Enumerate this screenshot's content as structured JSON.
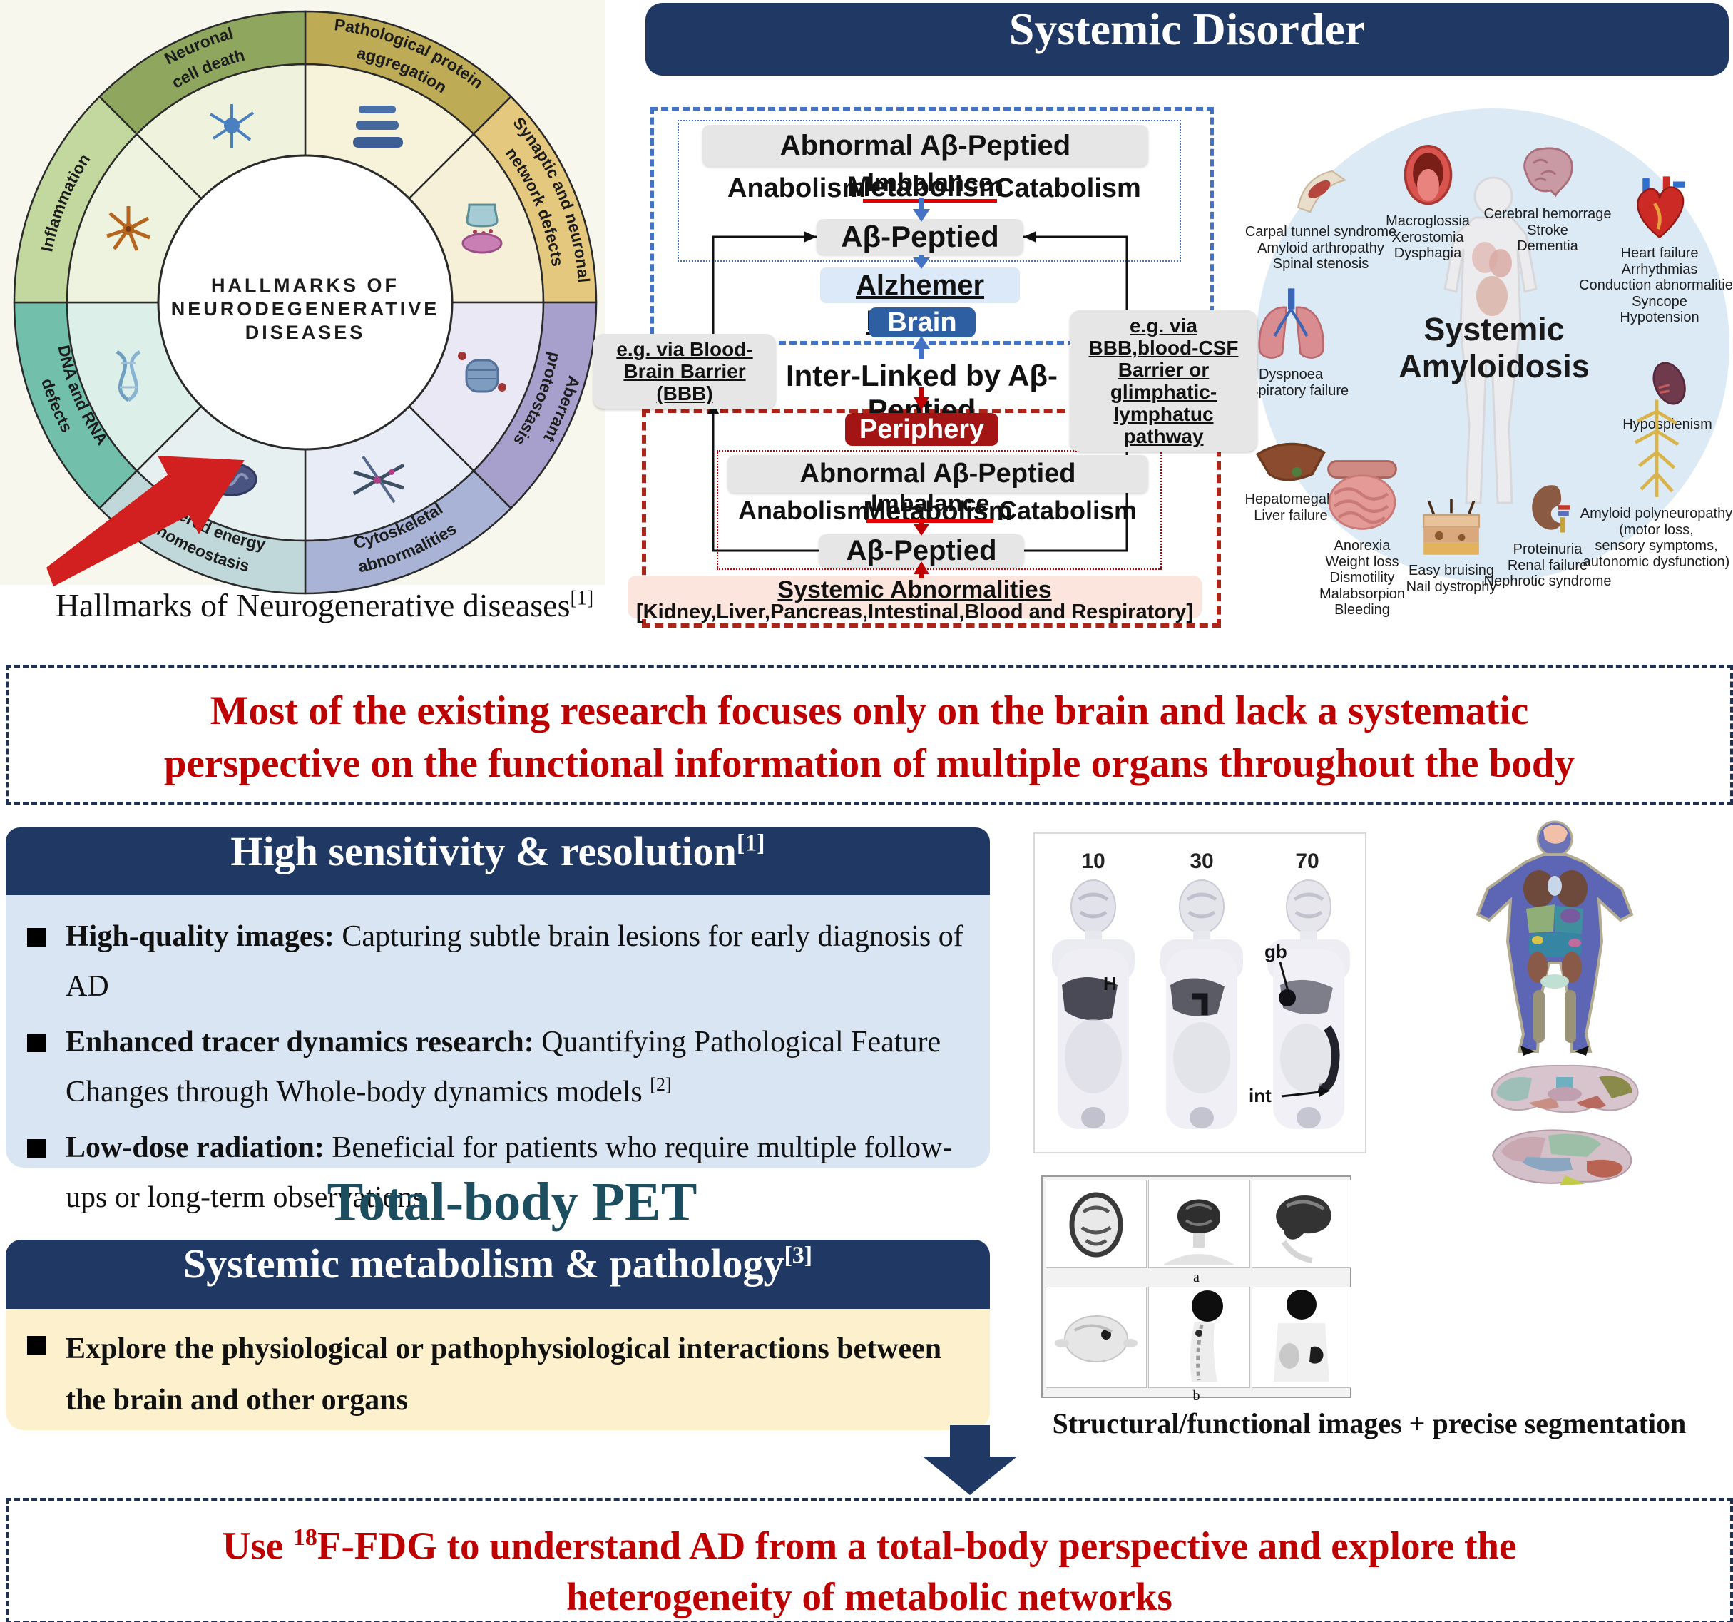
{
  "wheel": {
    "center_lines": [
      "HALLMARKS OF",
      "NEURODEGENERATIVE",
      "DISEASES"
    ],
    "segments": [
      {
        "line1": "Pathological protein",
        "line2": "aggregation",
        "ring": "#bdab56",
        "fill": "#f6f3da"
      },
      {
        "line1": "Synaptic and neuronal",
        "line2": "network defects",
        "ring": "#e4c87e",
        "fill": "#f6f0d8"
      },
      {
        "line1": "Aberrant",
        "line2": "proteostasis",
        "ring": "#a7a0cd",
        "fill": "#eae8f4"
      },
      {
        "line1": "Cytoskeletal",
        "line2": "abnormalities",
        "ring": "#a8b3d6",
        "fill": "#e8ecf6"
      },
      {
        "line1": "Altered energy",
        "line2": "homeostasis",
        "ring": "#c0d8da",
        "fill": "#e6f0f1"
      },
      {
        "line1": "DNA and RNA",
        "line2": "defects",
        "ring": "#72c0ab",
        "fill": "#ddefe9"
      },
      {
        "line1": "Inflammation",
        "line2": "",
        "ring": "#c3d89e",
        "fill": "#eef3e0"
      },
      {
        "line1": "Neuronal",
        "line2": "cell death",
        "ring": "#8ea65e",
        "fill": "#eff3de"
      }
    ],
    "caption": "Hallmarks of Neurogenerative diseases",
    "caption_ref": "[1]"
  },
  "systemic_disorder": {
    "title": "Systemic Disorder",
    "flow": {
      "brain": {
        "metabolism": "Abnormal Aβ-Peptied Metabolism",
        "anabolism": "Anabolism",
        "imbalance": "Imbalance",
        "catabolism": "Catabolism",
        "peptide": "Aβ-Peptied",
        "disease": "Alzhemer Disease",
        "region": "Brain"
      },
      "left_note": "e.g. via Blood-Brain Barrier (BBB)",
      "link": "Inter-Linked by Aβ-Peptied",
      "right_note": "e.g. via BBB,blood-CSF Barrier or glimphatic-lymphatuc pathway",
      "periphery": {
        "region": "Periphery",
        "metabolism": "Abnormal Aβ-Peptied Metabolism",
        "anabolism": "Anabolism",
        "imbalance": "Imbalance",
        "catabolism": "Catabolism",
        "peptide": "Aβ-Peptied",
        "abn_title": "Systemic Abnormalities",
        "abn_detail": "[Kidney,Liver,Pancreas,Intestinal,Blood and Respiratory]"
      }
    }
  },
  "amyloidosis": {
    "title": "Systemic Amyloidosis",
    "labels": [
      {
        "icon": "muscle-icon",
        "text": "Carpal tunnel syndrome\nAmyloid arthropathy\nSpinal stenosis"
      },
      {
        "icon": "tongue-icon",
        "text": "Macroglossia\nXerostomia\nDysphagia"
      },
      {
        "icon": "brain-icon",
        "text": "Cerebral hemorrage\nStroke\nDementia"
      },
      {
        "icon": "heart-icon",
        "text": "Heart failure\nArrhythmias\nConduction abnormalities\nSyncope\nHypotension"
      },
      {
        "icon": "lungs-icon",
        "text": "Dyspnoea\nRespiratory failure"
      },
      {
        "icon": "spleen-icon",
        "text": "Hyposplenism"
      },
      {
        "icon": "liver-icon",
        "text": "Hepatomegaly\nLiver failure"
      },
      {
        "icon": "intestine-icon",
        "text": "Anorexia\nWeight loss\nDismotility\nMalabsorpion\nBleeding"
      },
      {
        "icon": "skin-icon",
        "text": "Easy bruising\nNail dystrophy"
      },
      {
        "icon": "kidney-icon",
        "text": "Proteinuria\nRenal failure\nNephrotic syndrome"
      },
      {
        "icon": "nerves-icon",
        "text": "Amyloid polyneuropathy\n(motor loss,\nsensory symptoms,\nautonomic dysfunction)"
      }
    ]
  },
  "banner_mid": {
    "line1": "Most of the existing research focuses only on the brain and lack a systematic",
    "line2": "perspective on the functional information of multiple organs throughout the body"
  },
  "left_panel": {
    "header1": "High sensitivity & resolution",
    "header1_ref": "[1]",
    "bullets": [
      {
        "lead": "High-quality images:",
        "rest": " Capturing subtle brain lesions for early diagnosis of AD",
        "ref": ""
      },
      {
        "lead": "Enhanced tracer dynamics research:",
        "rest": " Quantifying Pathological Feature Changes through Whole-body dynamics models ",
        "ref": "[2]"
      },
      {
        "lead": "Low-dose radiation:",
        "rest": " Beneficial for patients who require multiple follow-ups or long-term observations",
        "ref": ""
      }
    ],
    "mid_title": "Total-body PET",
    "header2": "Systemic metabolism & pathology",
    "header2_ref": "[3]",
    "bullet2": "Explore the physiological or pathophysiological interactions between the brain and other organs"
  },
  "pet_panel": {
    "times": [
      "10",
      "30",
      "70"
    ],
    "ann_h": "H",
    "ann_gb": "gb",
    "ann_int": "int"
  },
  "grid_panel": {
    "row_labels": [
      "a",
      "b"
    ]
  },
  "caption_right": "Structural/functional images + precise segmentation",
  "banner_bottom": {
    "pre": "Use ",
    "sup": "18",
    "line1": "F-FDG to understand AD from a total-body perspective and explore the",
    "line2": "heterogeneity of metabolic networks"
  }
}
